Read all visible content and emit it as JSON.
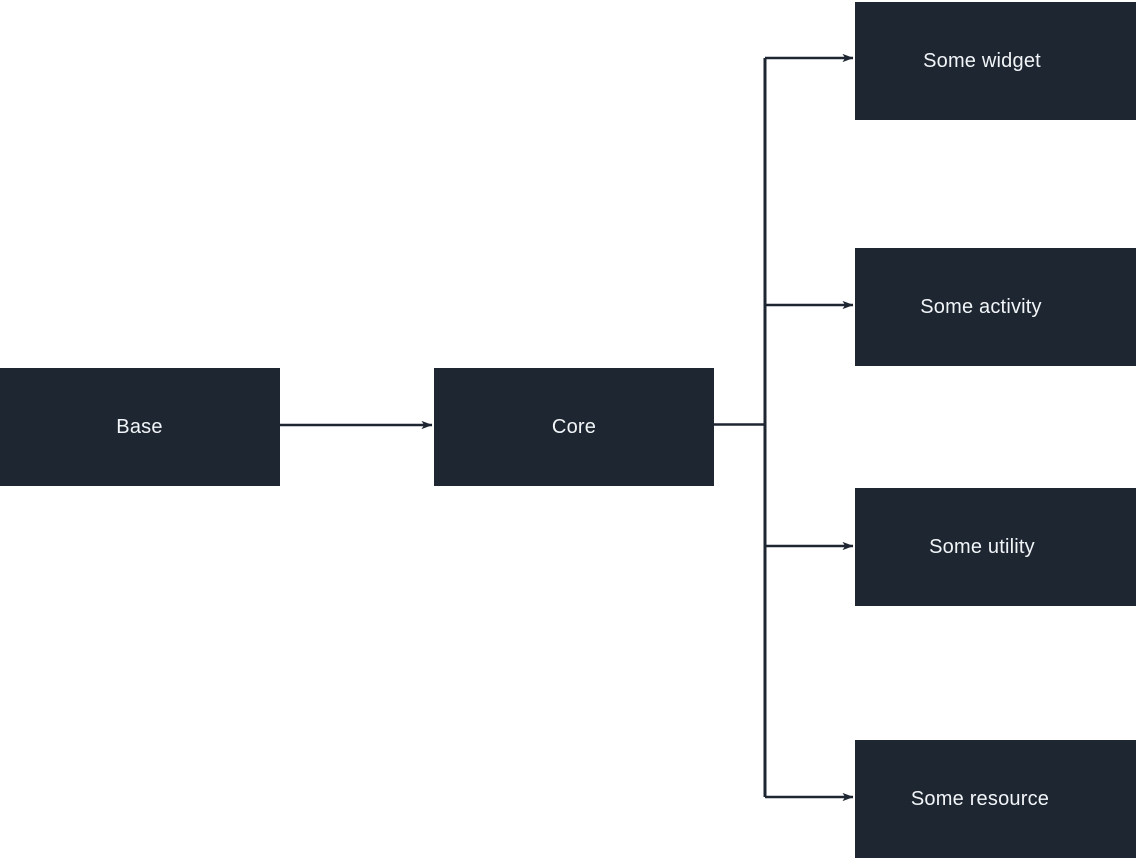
{
  "diagram": {
    "type": "flowchart",
    "direction": "left-to-right",
    "background_color": "#ffffff",
    "node_fill_color": "#1e2632",
    "node_text_color": "#f2f5f8",
    "edge_color": "#1e2632",
    "nodes": [
      {
        "id": "base",
        "label": "Base"
      },
      {
        "id": "core",
        "label": "Core"
      },
      {
        "id": "widget",
        "label": "Some widget"
      },
      {
        "id": "activity",
        "label": "Some activity"
      },
      {
        "id": "utility",
        "label": "Some utility"
      },
      {
        "id": "resource",
        "label": "Some resource"
      }
    ],
    "edges": [
      {
        "from": "base",
        "to": "core",
        "arrow": "true"
      },
      {
        "from": "core",
        "to": "widget",
        "arrow": "true"
      },
      {
        "from": "core",
        "to": "activity",
        "arrow": "true"
      },
      {
        "from": "core",
        "to": "utility",
        "arrow": "true"
      },
      {
        "from": "core",
        "to": "resource",
        "arrow": "true"
      }
    ]
  }
}
